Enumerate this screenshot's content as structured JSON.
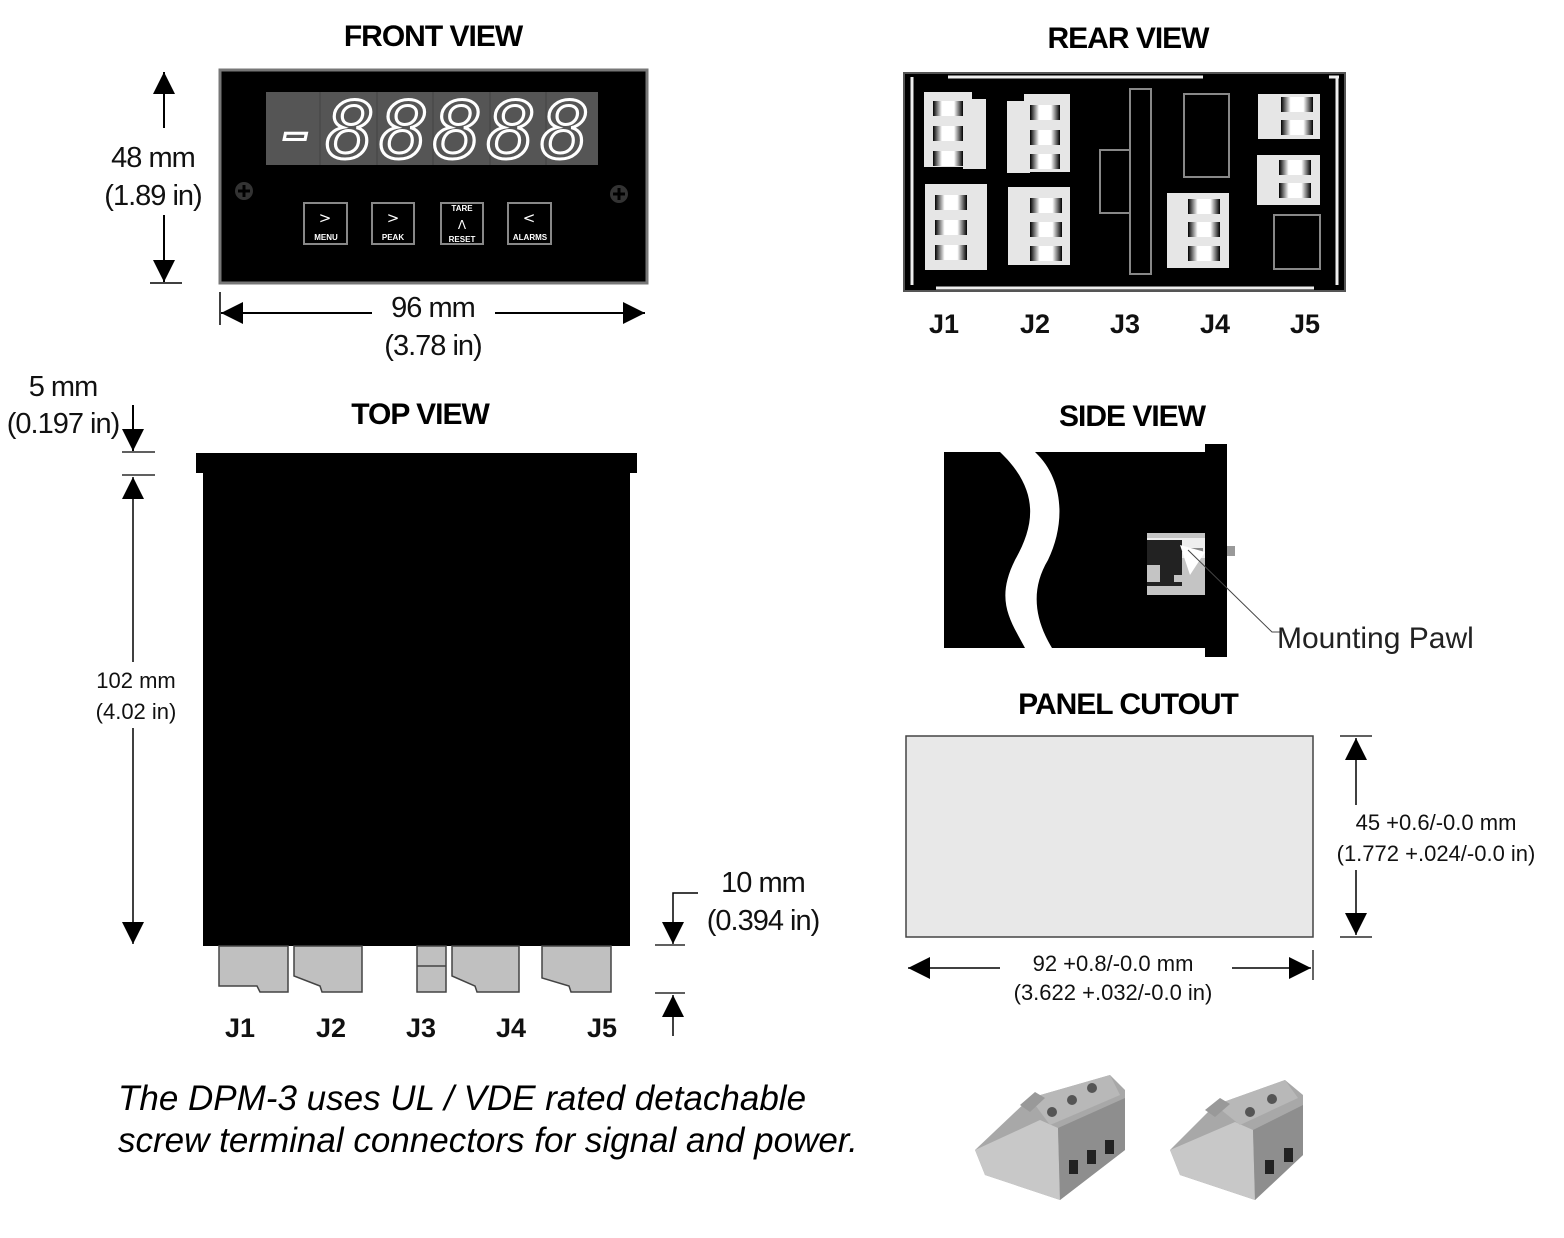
{
  "front_view": {
    "title": "FRONT VIEW",
    "display": "-88888",
    "buttons": [
      {
        "symbol": ">",
        "label": "MENU"
      },
      {
        "symbol": ">",
        "label": "PEAK"
      },
      {
        "symbol": "Λ",
        "label_top": "TARE",
        "label": "RESET"
      },
      {
        "symbol": "<",
        "label": "ALARMS"
      }
    ],
    "height_mm": "48 mm",
    "height_in": "(1.89 in)",
    "width_mm": "96 mm",
    "width_in": "(3.78 in)"
  },
  "rear_view": {
    "title": "REAR VIEW",
    "connectors": [
      "J1",
      "J2",
      "J3",
      "J4",
      "J5"
    ]
  },
  "top_view": {
    "title": "TOP VIEW",
    "bezel_mm": "5 mm",
    "bezel_in": "(0.197 in)",
    "depth_mm": "102 mm",
    "depth_in": "(4.02 in)",
    "connector_mm": "10 mm",
    "connector_in": "(0.394 in)",
    "connectors": [
      "J1",
      "J2",
      "J3",
      "J4",
      "J5"
    ]
  },
  "side_view": {
    "title": "SIDE VIEW",
    "callout": "Mounting Pawl"
  },
  "panel_cutout": {
    "title": "PANEL CUTOUT",
    "height_mm": "45  +0.6/-0.0 mm",
    "height_in": "(1.772 +.024/-0.0 in)",
    "width_mm": "92  +0.8/-0.0 mm",
    "width_in": "(3.622 +.032/-0.0 in)"
  },
  "caption": {
    "line1": "The DPM-3 uses UL  / VDE rated detachable",
    "line2": "screw terminal connectors for signal and power."
  }
}
